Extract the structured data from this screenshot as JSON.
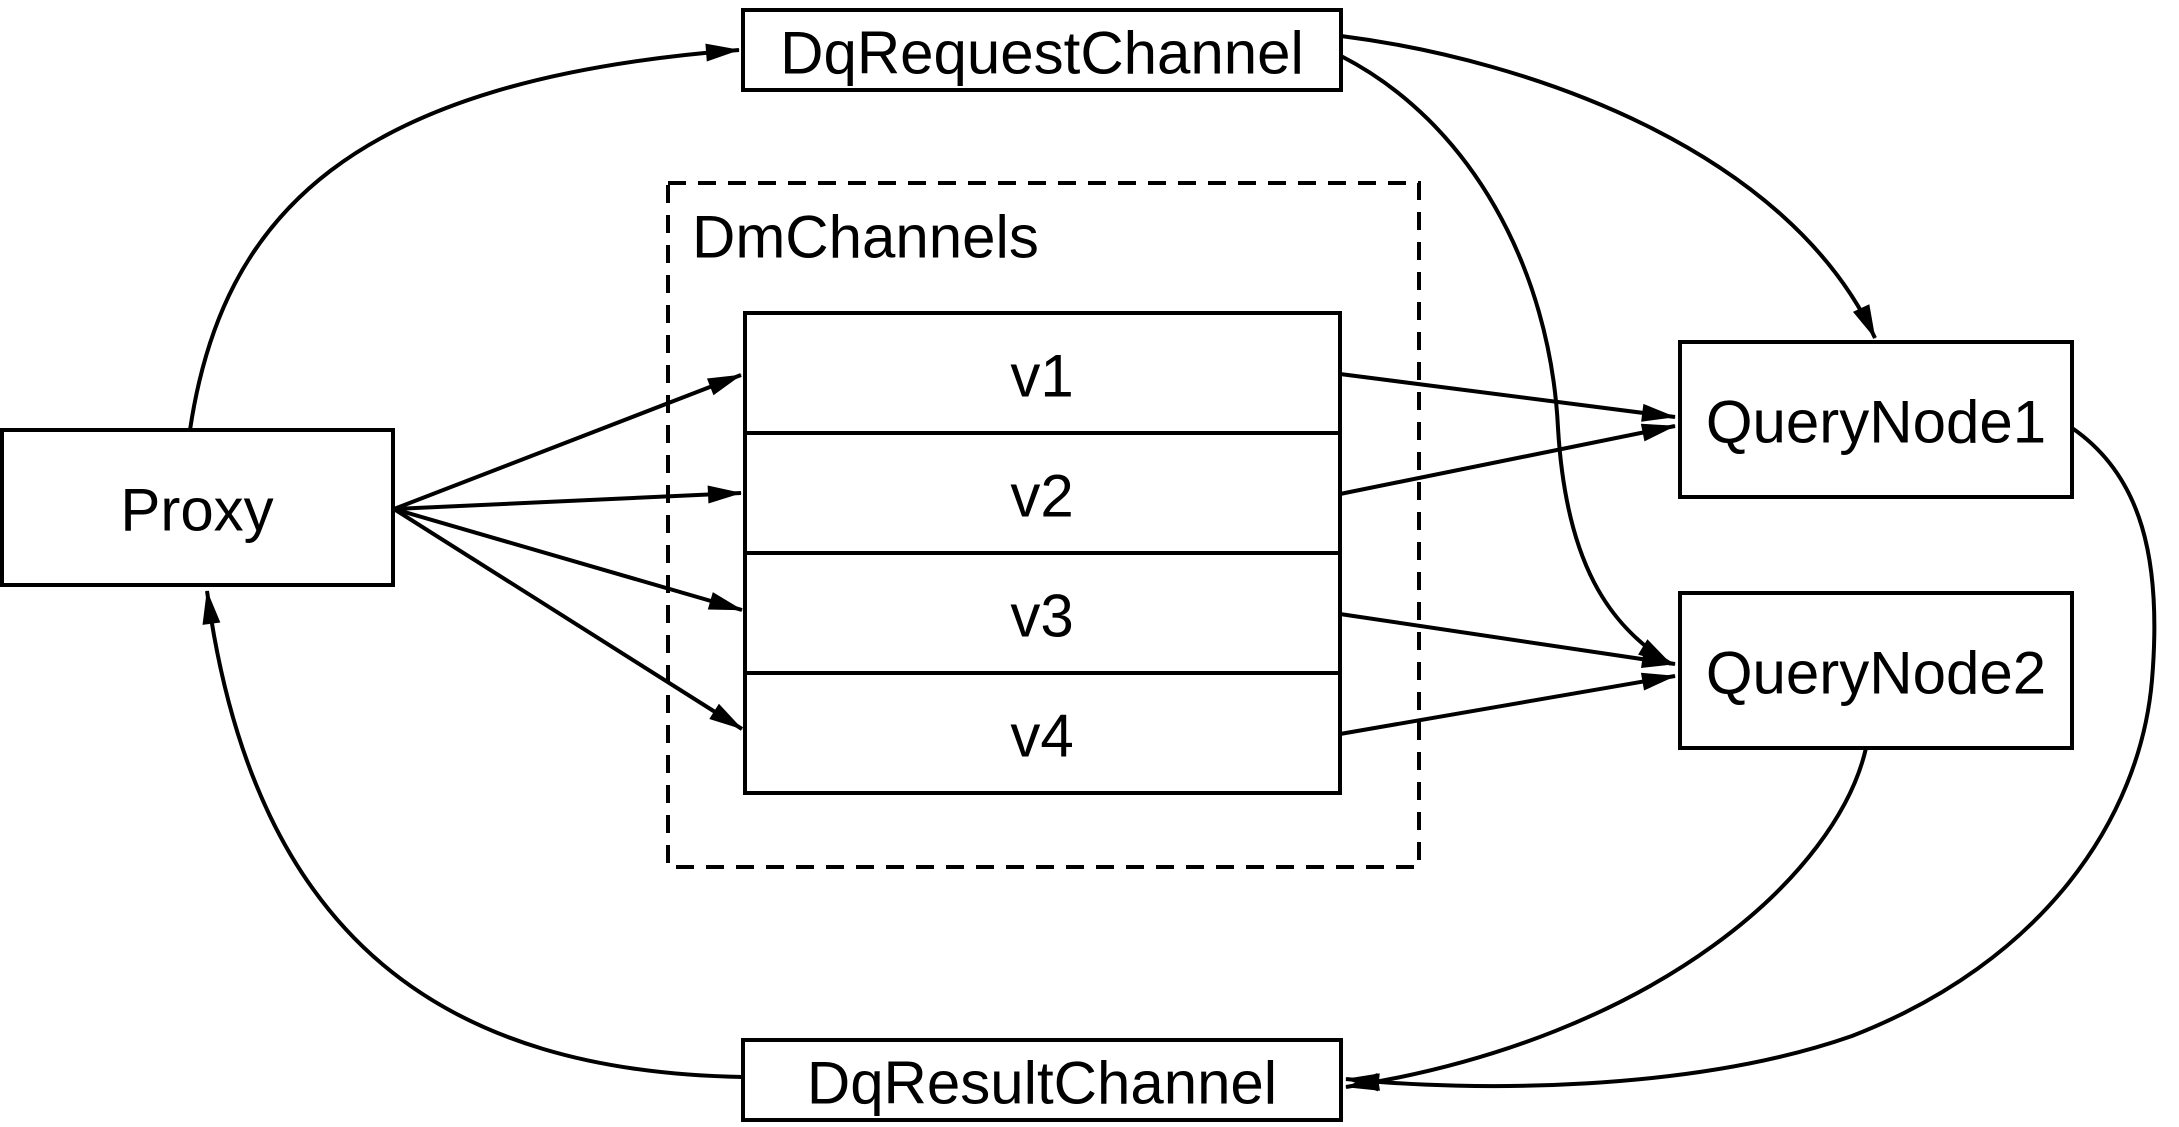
{
  "diagram": {
    "background_color": "#ffffff",
    "stroke_color": "#000000",
    "node_fill_color": "#ffffff",
    "nodes": {
      "dq_request_channel": {
        "label": "DqRequestChannel",
        "shape": "rectangle"
      },
      "proxy": {
        "label": "Proxy",
        "shape": "rectangle"
      },
      "dm_channels": {
        "label": "DmChannels",
        "shape": "dashed-container",
        "channels": [
          {
            "label": "v1"
          },
          {
            "label": "v2"
          },
          {
            "label": "v3"
          },
          {
            "label": "v4"
          }
        ]
      },
      "query_node_1": {
        "label": "QueryNode1",
        "shape": "rectangle"
      },
      "query_node_2": {
        "label": "QueryNode2",
        "shape": "rectangle"
      },
      "dq_result_channel": {
        "label": "DqResultChannel",
        "shape": "rectangle"
      }
    },
    "edges": [
      {
        "from": "Proxy",
        "to": "DqRequestChannel"
      },
      {
        "from": "Proxy",
        "to": "v1"
      },
      {
        "from": "Proxy",
        "to": "v2"
      },
      {
        "from": "Proxy",
        "to": "v3"
      },
      {
        "from": "Proxy",
        "to": "v4"
      },
      {
        "from": "v1",
        "to": "QueryNode1"
      },
      {
        "from": "v2",
        "to": "QueryNode1"
      },
      {
        "from": "v3",
        "to": "QueryNode2"
      },
      {
        "from": "v4",
        "to": "QueryNode2"
      },
      {
        "from": "DqRequestChannel",
        "to": "QueryNode1"
      },
      {
        "from": "DqRequestChannel",
        "to": "QueryNode2"
      },
      {
        "from": "QueryNode1",
        "to": "DqResultChannel"
      },
      {
        "from": "QueryNode2",
        "to": "DqResultChannel"
      },
      {
        "from": "DqResultChannel",
        "to": "Proxy"
      }
    ]
  }
}
